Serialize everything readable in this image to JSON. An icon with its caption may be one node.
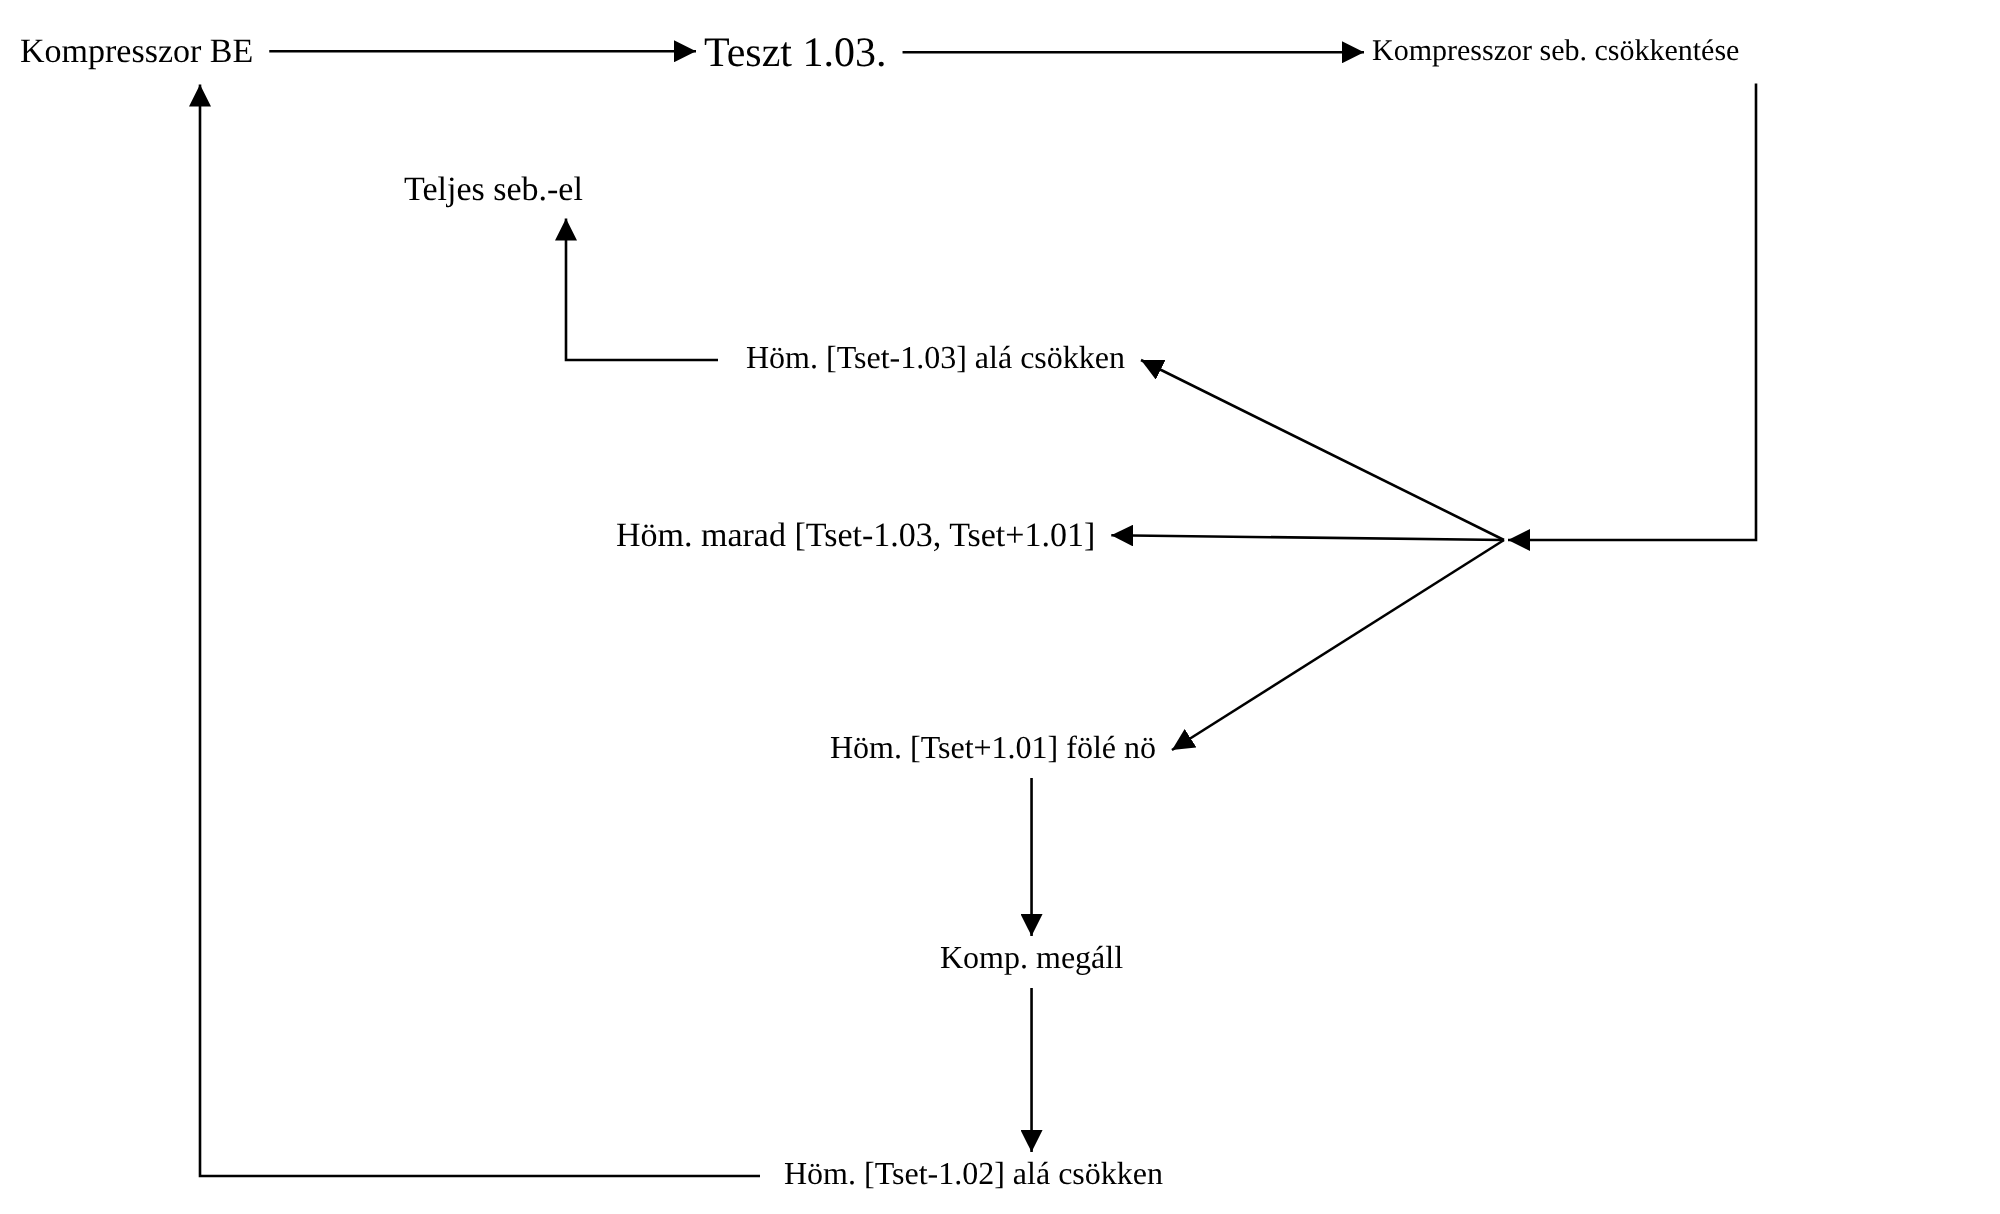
{
  "diagram": {
    "nodes": [
      {
        "text": [
          "Kompresszor BE"
        ]
      },
      {
        "text": [
          "Teszt 1.03."
        ]
      },
      {
        "text": [
          "Kompresszor seb. csökkentése"
        ]
      },
      {
        "text": [
          "Teljes seb.-el"
        ]
      },
      {
        "text": [
          "Höm. [Tset-1.03] alá csökken"
        ]
      },
      {
        "text": [
          "Höm. marad [Tset-1.03, Tset+1.01]"
        ]
      },
      {
        "text": [
          "Höm. [Tset+1.01] fölé nö"
        ]
      },
      {
        "text": [
          "Komp. megáll"
        ]
      },
      {
        "text": [
          "Höm. [Tset-1.02] alá csökken"
        ]
      }
    ],
    "edges": [
      {
        "from": 0,
        "to": 1,
        "arrow": "to"
      },
      {
        "from": 1,
        "to": 2,
        "arrow": "to"
      },
      {
        "from": 2,
        "to": 4,
        "arrow": "to"
      },
      {
        "from": 2,
        "to": 5,
        "arrow": "to"
      },
      {
        "from": 2,
        "to": 6,
        "arrow": "to"
      },
      {
        "from": 4,
        "to": 3,
        "arrow": "to"
      },
      {
        "from": 6,
        "to": 7,
        "arrow": "to"
      },
      {
        "from": 7,
        "to": 8,
        "arrow": "to"
      },
      {
        "from": 8,
        "to": 0,
        "arrow": "to"
      }
    ]
  }
}
